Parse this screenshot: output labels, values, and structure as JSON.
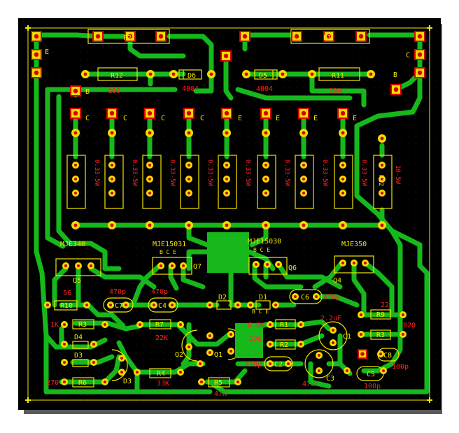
{
  "colors": {
    "background": "#ffffff",
    "board": "#000000",
    "shadow": "#5a5a5a",
    "grid": "#3a3a3a",
    "trace": "#16b81c",
    "pad": "#f0dc00",
    "pad_hole": "#d40000",
    "silk": "#f5e600",
    "label_red": "#ff2020"
  },
  "components": {
    "F2": "F2",
    "F1": "F1",
    "R12": "R12",
    "R12_val": "100",
    "R11": "R11",
    "R11_val": "100",
    "D6": "D6",
    "D6_val": "4004",
    "D5": "D5",
    "D5_val": "4004",
    "R_033": "0.33-5W",
    "R22": "R22",
    "R22_val": "10-5W",
    "Q5": "Q5",
    "Q5_part": "MJE340",
    "Q7": "Q7",
    "Q7_part": "MJE15031",
    "Q6": "Q6",
    "Q6_part": "MJE15030",
    "Q4": "Q4",
    "Q4_part": "MJE350",
    "R10": "R10",
    "R10_val": "56",
    "R3": "R3",
    "R3b": "R3",
    "R7": "R7",
    "R7_val": "22K",
    "R4": "R4",
    "R4_val": "33K",
    "R5": "R5",
    "R5_val": "47K",
    "R6": "R6",
    "R6_val": "270",
    "R1": "R1",
    "R1_val": "6.8K",
    "R2": "R2",
    "R2_val": "22K",
    "R9": "R9",
    "R9_val": "22",
    "R3b_val": "820",
    "C7": "C7",
    "C7_val": "470p",
    "C4": "C4",
    "C4_val": "470p",
    "C6": "C6",
    "C6_val": "470p",
    "C1": "C1",
    "C1_val": "2.2uF",
    "C3": "C3",
    "C3_val": "47uF",
    "C2": "C2",
    "C2_val": "470p",
    "C5": "C5",
    "C5_val": "100p",
    "C8": "C8",
    "C8_val": "100p",
    "D1": "D1",
    "D2": "D2",
    "D3": "D3",
    "D4": "D4",
    "Q1": "Q1",
    "Q2": "Q2",
    "Q3": "D3",
    "R_1K": "1K"
  },
  "pin_labels": {
    "E": "E",
    "B": "B",
    "C": "C",
    "BCE": "B  C  E"
  }
}
